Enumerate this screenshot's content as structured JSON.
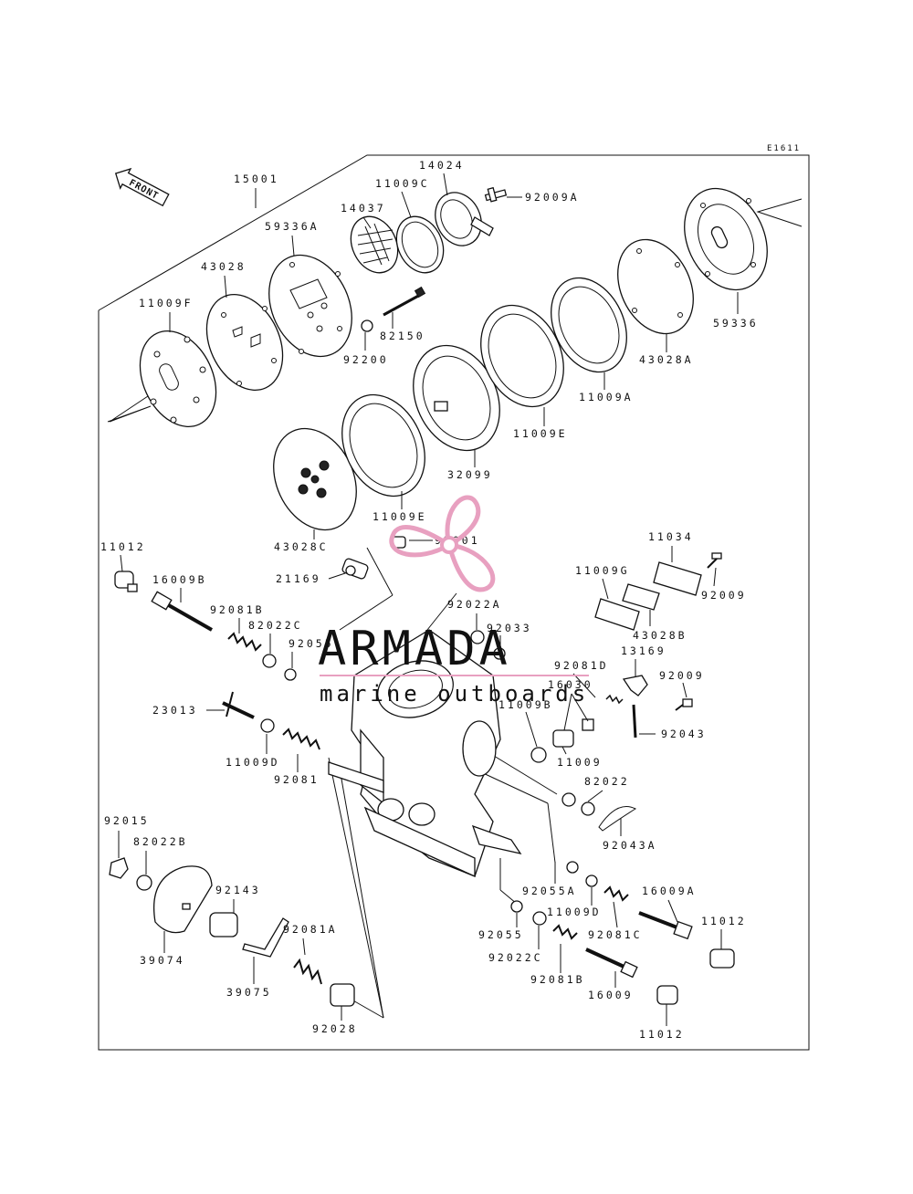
{
  "diagram_code": "E1611",
  "front_label": "FRONT",
  "watermark": {
    "title": "ARMADA",
    "subtitle": "marine outboards",
    "accent": "#e8a0c0",
    "text_color": "#555555"
  },
  "parts": [
    "15001",
    "14024",
    "11009C",
    "92009A",
    "14037",
    "59336A",
    "43028",
    "11009F",
    "82150",
    "92200",
    "59336",
    "43028A",
    "11009A",
    "11009E",
    "32099",
    "11009E",
    "43028C",
    "92001",
    "11012",
    "16009B",
    "21169",
    "11034",
    "11009G",
    "92009",
    "92022A",
    "92081B",
    "82022C",
    "92055",
    "92033",
    "43028B",
    "92081D",
    "13169",
    "92009",
    "16030",
    "23013",
    "11009B",
    "92043",
    "11009D",
    "11009",
    "92081",
    "82022",
    "92043A",
    "92015",
    "82022B",
    "92143",
    "92055A",
    "16009A",
    "11009D",
    "92081A",
    "92055",
    "92081C",
    "11012",
    "39074",
    "92022C",
    "92081B",
    "39075",
    "16009",
    "92028",
    "11012"
  ]
}
